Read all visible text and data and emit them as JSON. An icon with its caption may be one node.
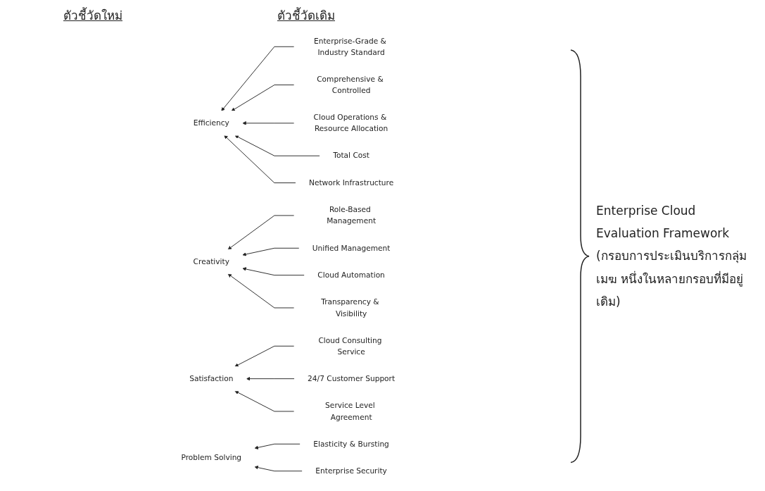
{
  "diagram": {
    "nodes": [
      {
        "text": [
          "Efficiency"
        ]
      },
      {
        "text": [
          "Enterprise-Grade & Industry Standard"
        ]
      },
      {
        "text": [
          "Comprehensive & Controlled"
        ]
      },
      {
        "text": [
          "Cloud Operations & Resource Allocation"
        ]
      },
      {
        "text": [
          "Total Cost"
        ]
      },
      {
        "text": [
          "Network Infrastructure"
        ]
      },
      {
        "text": [
          "Creativity"
        ]
      },
      {
        "text": [
          "Role-Based Management"
        ]
      },
      {
        "text": [
          "Unified Management"
        ]
      },
      {
        "text": [
          "Cloud Automation"
        ]
      },
      {
        "text": [
          "Transparency & Visibility"
        ]
      },
      {
        "text": [
          "Satisfaction"
        ]
      },
      {
        "text": [
          "Cloud Consulting Service"
        ]
      },
      {
        "text": [
          "24/7 Customer Support"
        ]
      },
      {
        "text": [
          "Service Level Agreement"
        ]
      },
      {
        "text": [
          "Problem Solving"
        ]
      },
      {
        "text": [
          "Elasticity & Bursting"
        ]
      },
      {
        "text": [
          "Enterprise Security"
        ]
      }
    ],
    "edges": [
      {
        "from": 1,
        "to": 0,
        "arrow": "to"
      },
      {
        "from": 2,
        "to": 0,
        "arrow": "to"
      },
      {
        "from": 3,
        "to": 0,
        "arrow": "to"
      },
      {
        "from": 4,
        "to": 0,
        "arrow": "to"
      },
      {
        "from": 5,
        "to": 0,
        "arrow": "to"
      },
      {
        "from": 7,
        "to": 6,
        "arrow": "to"
      },
      {
        "from": 8,
        "to": 6,
        "arrow": "to"
      },
      {
        "from": 9,
        "to": 6,
        "arrow": "to"
      },
      {
        "from": 10,
        "to": 6,
        "arrow": "to"
      },
      {
        "from": 12,
        "to": 11,
        "arrow": "to"
      },
      {
        "from": 13,
        "to": 11,
        "arrow": "to"
      },
      {
        "from": 14,
        "to": 11,
        "arrow": "to"
      },
      {
        "from": 16,
        "to": 15,
        "arrow": "to"
      },
      {
        "from": 17,
        "to": 15,
        "arrow": "to"
      }
    ],
    "labels": [
      "ตัวชี้วัดใหม่",
      "ตัวชี้วัดเดิม",
      "Enterprise Cloud Evaluation Framework (กรอบการประเมินบริการกลุ่มเมฆ หนึ่งในหลายกรอบที่มีอยู่เดิม)"
    ]
  }
}
